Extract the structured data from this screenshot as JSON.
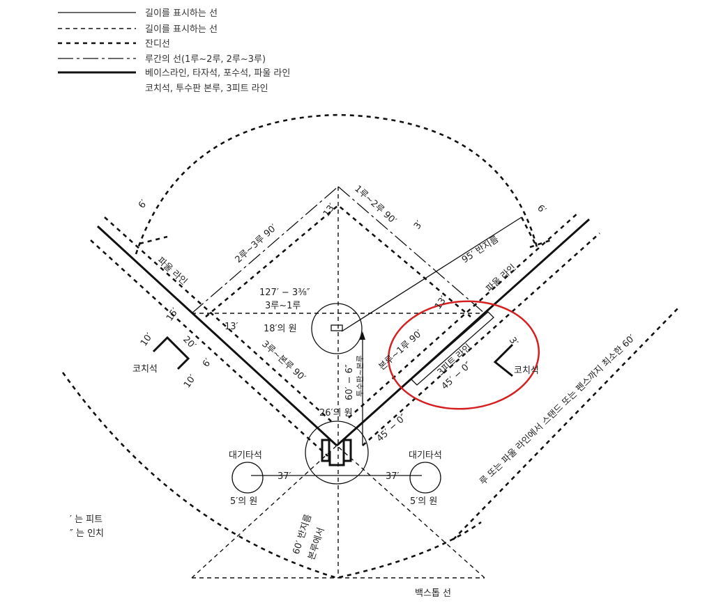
{
  "legend": {
    "items": [
      {
        "style": "solid-thin",
        "label": "길이를 표시하는 선"
      },
      {
        "style": "dashed",
        "label": "길이를 표시하는 선"
      },
      {
        "style": "dashed-thick",
        "label": "잔디선"
      },
      {
        "style": "dash-dot",
        "label": "루간의 선(1루~2루, 2루~3루)"
      },
      {
        "style": "solid-thick",
        "label": "베이스라인, 타자석, 포수석, 파울 라인"
      },
      {
        "style": "none",
        "label": "코치석, 투수판 본루, 3피트 라인"
      }
    ]
  },
  "labels": {
    "first_second": "1루~2루 90′",
    "second_third": "2루~3루 90′",
    "third_home": "3루~본루 90′",
    "home_first": "본루~1루 90′",
    "diagonal": "127′ − 3⅜″",
    "diagonal_sub": "3루~1루",
    "mound_circle": "18′의 원",
    "home_circle": "26′의 원",
    "pitch_distance": "60′ − 6″",
    "pitch_sub": "투수판~본루",
    "radius_95": "95′ 반지름",
    "foul_line_left": "파울 라인",
    "foul_line_right": "파울 라인",
    "three_foot": "3피트 라인",
    "three_foot_len": "45′ − 0″",
    "home_45": "45′ − 0″",
    "coach_box_left": "코치석",
    "coach_box_right": "코치석",
    "on_deck_left": "대기타석",
    "on_deck_right": "대기타석",
    "on_deck_circle_left": "5′의 원",
    "on_deck_circle_right": "5′의 원",
    "dist_37_left": "37′",
    "dist_37_right": "37′",
    "radius_60": "60′ 반지름",
    "radius_60_sub": "본루에서",
    "backstop": "백스톱 선",
    "stand_note": "루 또는 파울 라인에서 스탠드 또는 펜스까지 최소한 60′",
    "d6_left": "6′",
    "d6_right": "6′",
    "d6_coach": "6′",
    "d3_top": "3′",
    "d3_right": "3′",
    "d13_second": "13′",
    "d13_third": "13′",
    "d13_first": "13′",
    "d15": "15′",
    "d10_a": "10′",
    "d10_b": "10′",
    "d20": "20′",
    "feet_note": "′ 는 피트",
    "inch_note": "″ 는 인치"
  },
  "colors": {
    "highlight": "#d42020",
    "ink": "#111111"
  }
}
